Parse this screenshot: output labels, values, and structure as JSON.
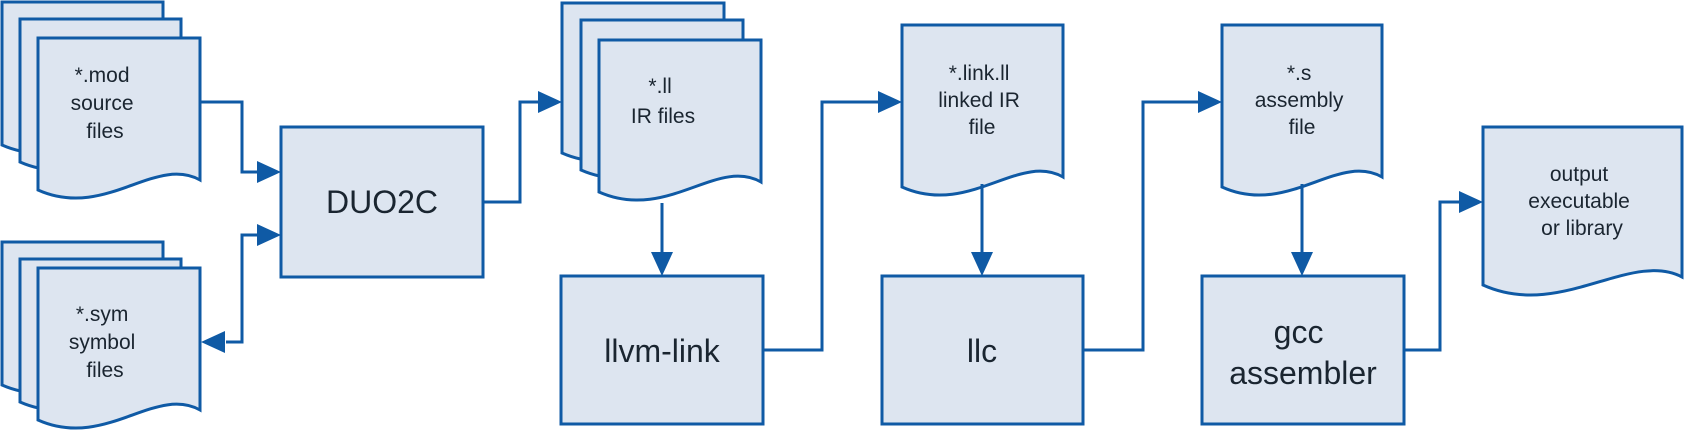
{
  "colors": {
    "fill": "#dde5f0",
    "stroke": "#0f5aa5",
    "text": "#1a2530"
  },
  "nodes": {
    "mod_files": {
      "lines": [
        "*.mod",
        "source",
        "files"
      ]
    },
    "sym_files": {
      "lines": [
        "*.sym",
        "symbol",
        "files"
      ]
    },
    "duo2c": {
      "lines": [
        "DUO2C"
      ]
    },
    "ll_files": {
      "lines": [
        "*.ll",
        "IR files"
      ]
    },
    "llvm_link": {
      "lines": [
        "llvm-link"
      ]
    },
    "link_ll_file": {
      "lines": [
        "*.link.ll",
        "linked IR",
        "file"
      ]
    },
    "llc": {
      "lines": [
        "llc"
      ]
    },
    "s_file": {
      "lines": [
        "*.s",
        "assembly",
        "file"
      ]
    },
    "gcc": {
      "lines": [
        "gcc",
        "assembler"
      ]
    },
    "output": {
      "lines": [
        "output",
        "executable",
        "or library"
      ]
    }
  }
}
